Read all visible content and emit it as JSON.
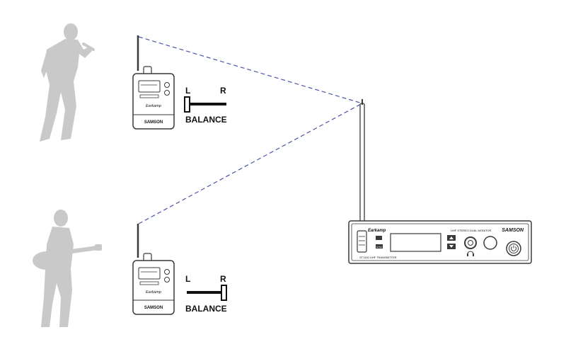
{
  "receivers": [
    {
      "id": "receiver-vocalist",
      "brand": "Earkamp",
      "logo": "SAMSON",
      "balance": {
        "left_label": "L",
        "right_label": "R",
        "caption": "BALANCE",
        "setting": "left"
      }
    },
    {
      "id": "receiver-guitarist",
      "brand": "Earkamp",
      "logo": "SAMSON",
      "balance": {
        "left_label": "L",
        "right_label": "R",
        "caption": "BALANCE",
        "setting": "right"
      }
    }
  ],
  "transmitter": {
    "brand_mark": "Earkamp",
    "model_label": "ST1100 UHF TRANSMITTER",
    "product_line": "UHF STEREO DUAL MONITOR",
    "logo": "SAMSON",
    "sync_label": "SYNC"
  },
  "colors": {
    "figure": "#c9c9c9",
    "device_line": "#3a3a3a",
    "signal_line": "#4a55a8",
    "text": "#111111"
  }
}
